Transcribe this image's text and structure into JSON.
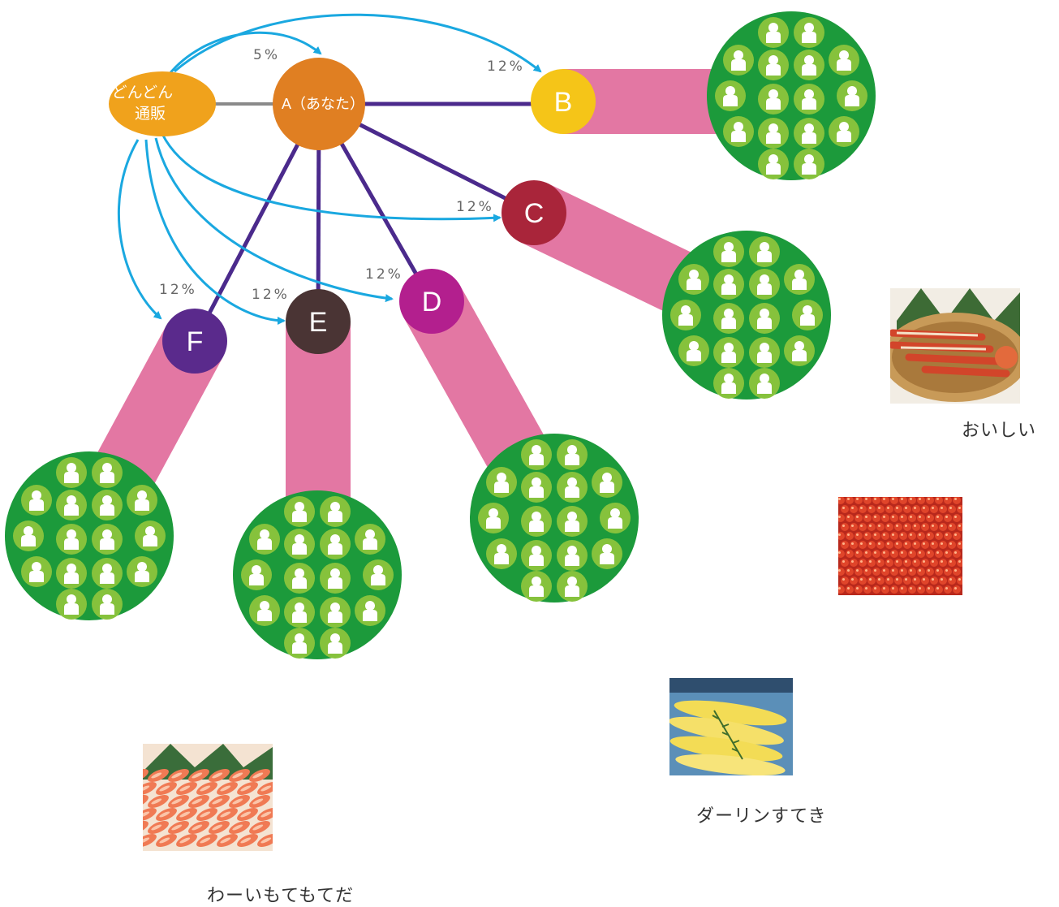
{
  "colors": {
    "stream": "#e377a3",
    "purple_line": "#4b2a8c",
    "gray_line": "#8a8a8a",
    "arrow": "#1aa8e0",
    "cluster_outer": "#1c9a3b",
    "cluster_person_bg": "#86c23c",
    "person": "#ffffff"
  },
  "source": {
    "label": "どんどん\n通販",
    "color": "#f0a21c"
  },
  "hub": {
    "label": "A（あなた）",
    "color": "#e07f22"
  },
  "hub_arrow_pct": "5%",
  "nodes": [
    {
      "id": "B",
      "label": "B",
      "color": "#f5c518",
      "pct": "12%"
    },
    {
      "id": "C",
      "label": "C",
      "color": "#a9253a",
      "pct": "12%"
    },
    {
      "id": "D",
      "label": "D",
      "color": "#b31f8e",
      "pct": "12%"
    },
    {
      "id": "E",
      "label": "E",
      "color": "#4a3434",
      "pct": "12%"
    },
    {
      "id": "F",
      "label": "F",
      "color": "#5a2a8c",
      "pct": "12%"
    }
  ],
  "photos": [
    {
      "name": "crab-photo",
      "icon": "king-crab",
      "caption": "おいしい"
    },
    {
      "name": "salmon-roe-photo",
      "icon": "salmon-roe",
      "caption": ""
    },
    {
      "name": "herring-roe-photo",
      "icon": "herring-roe",
      "caption": "ダーリンすてき"
    },
    {
      "name": "shrimp-photo",
      "icon": "sweet-shrimp",
      "caption": "わーいもてもてだ"
    }
  ]
}
